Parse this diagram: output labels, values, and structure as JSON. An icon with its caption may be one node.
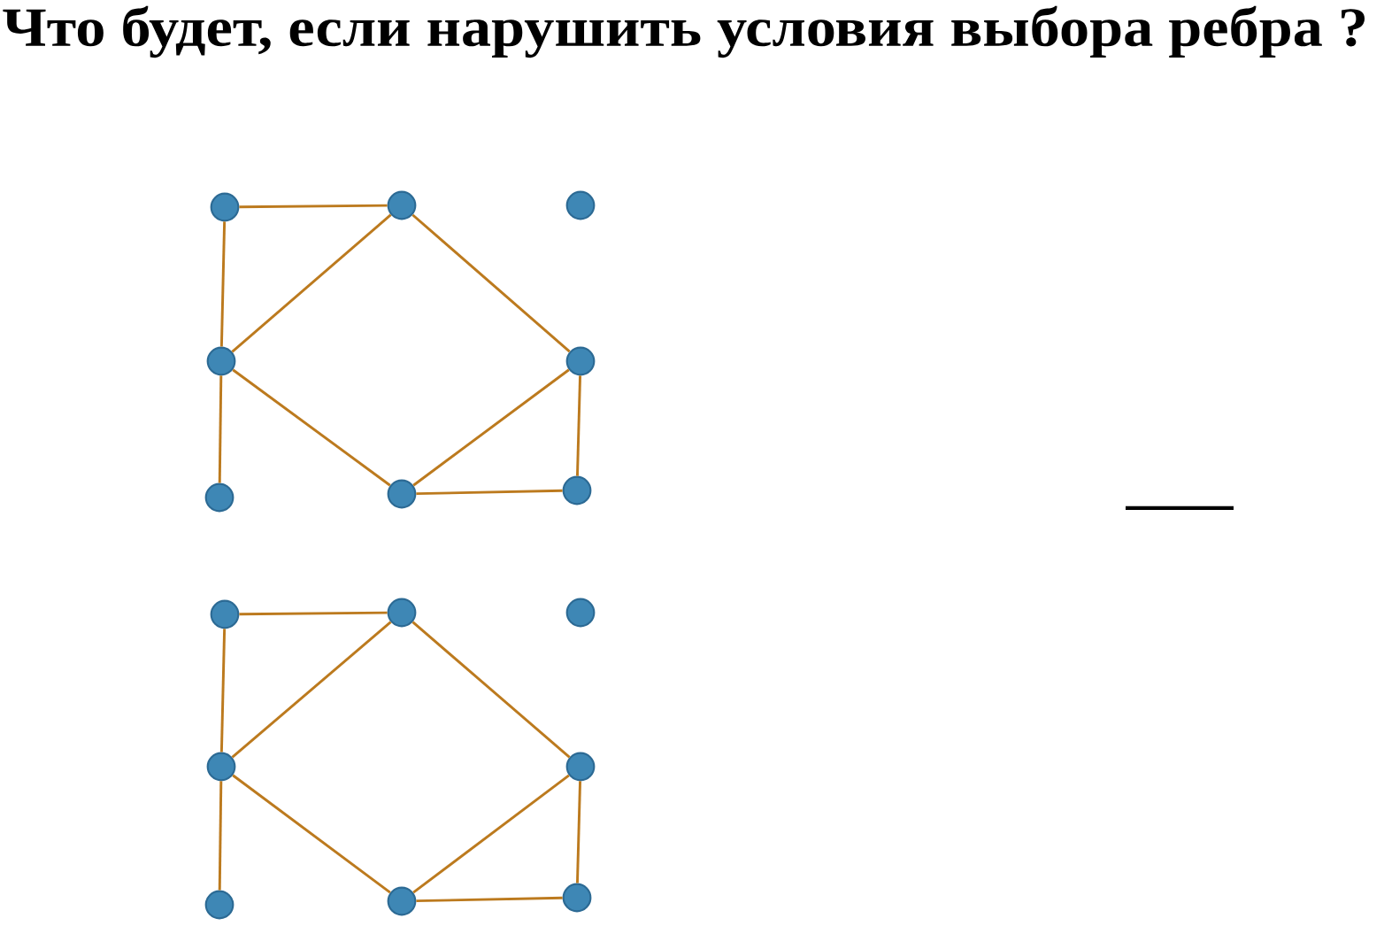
{
  "diagram": {
    "title": "Что будет, если нарушить условия выбора ребра ?",
    "nodes": [
      {
        "text": [],
        "shape": "circle"
      },
      {
        "text": [],
        "shape": "circle"
      },
      {
        "text": [],
        "shape": "circle"
      },
      {
        "text": [],
        "shape": "circle"
      },
      {
        "text": [],
        "shape": "circle"
      },
      {
        "text": [],
        "shape": "circle"
      },
      {
        "text": [],
        "shape": "circle"
      },
      {
        "text": [],
        "shape": "circle"
      },
      {
        "text": [],
        "shape": "circle"
      },
      {
        "text": [],
        "shape": "circle"
      },
      {
        "text": [],
        "shape": "circle"
      },
      {
        "text": [],
        "shape": "circle"
      },
      {
        "text": [],
        "shape": "circle"
      },
      {
        "text": [],
        "shape": "circle"
      },
      {
        "text": [],
        "shape": "circle"
      },
      {
        "text": [],
        "shape": "circle"
      }
    ],
    "edges": [
      {
        "from": 0,
        "to": 1,
        "arrow": "none"
      },
      {
        "from": 0,
        "to": 3,
        "arrow": "none"
      },
      {
        "from": 1,
        "to": 3,
        "arrow": "none"
      },
      {
        "from": 1,
        "to": 4,
        "arrow": "none"
      },
      {
        "from": 3,
        "to": 5,
        "arrow": "none"
      },
      {
        "from": 3,
        "to": 6,
        "arrow": "none"
      },
      {
        "from": 6,
        "to": 4,
        "arrow": "none"
      },
      {
        "from": 4,
        "to": 7,
        "arrow": "none"
      },
      {
        "from": 6,
        "to": 7,
        "arrow": "none"
      },
      {
        "from": 8,
        "to": 9,
        "arrow": "none"
      },
      {
        "from": 8,
        "to": 11,
        "arrow": "none"
      },
      {
        "from": 9,
        "to": 11,
        "arrow": "none"
      },
      {
        "from": 9,
        "to": 12,
        "arrow": "none"
      },
      {
        "from": 11,
        "to": 13,
        "arrow": "none"
      },
      {
        "from": 11,
        "to": 14,
        "arrow": "none"
      },
      {
        "from": 14,
        "to": 12,
        "arrow": "none"
      },
      {
        "from": 12,
        "to": 15,
        "arrow": "none"
      },
      {
        "from": 14,
        "to": 15,
        "arrow": "none"
      }
    ]
  }
}
